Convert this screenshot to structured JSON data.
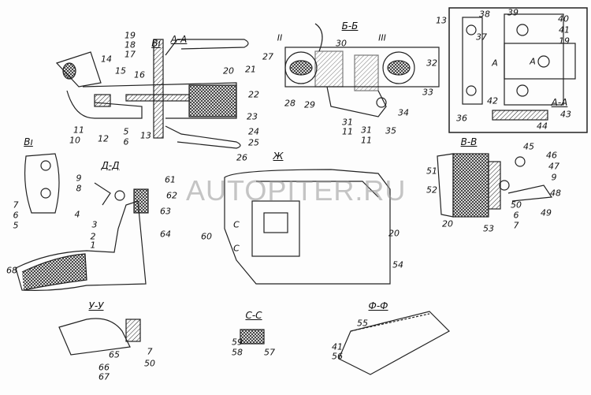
{
  "watermark": "AUTOPITER.RU",
  "section_titles": [
    "А-А",
    "Б-Б",
    "В-В",
    "Д-Д",
    "Ж",
    "У-У",
    "С-С",
    "Ф-Ф",
    "Вı",
    "Вı",
    "А-А"
  ],
  "labels": [
    "19",
    "18",
    "17",
    "14",
    "15",
    "16",
    "20",
    "21",
    "22",
    "23",
    "24",
    "25",
    "26",
    "11",
    "10",
    "12",
    "5",
    "6",
    "13",
    "II",
    "27",
    "30",
    "III",
    "32",
    "28",
    "29",
    "31",
    "11",
    "31",
    "11",
    "35",
    "34",
    "33",
    "13",
    "38",
    "39",
    "40",
    "41",
    "19",
    "37",
    "A",
    "A",
    "42",
    "36",
    "43",
    "44",
    "45",
    "46",
    "47",
    "9",
    "51",
    "52",
    "48",
    "50",
    "6",
    "7",
    "49",
    "20",
    "53",
    "7",
    "6",
    "5",
    "9",
    "8",
    "61",
    "62",
    "63",
    "4",
    "3",
    "2",
    "1",
    "64",
    "68",
    "C",
    "C",
    "60",
    "20",
    "54",
    "65",
    "66",
    "67",
    "7",
    "50",
    "59",
    "58",
    "57",
    "55",
    "41",
    "56"
  ]
}
